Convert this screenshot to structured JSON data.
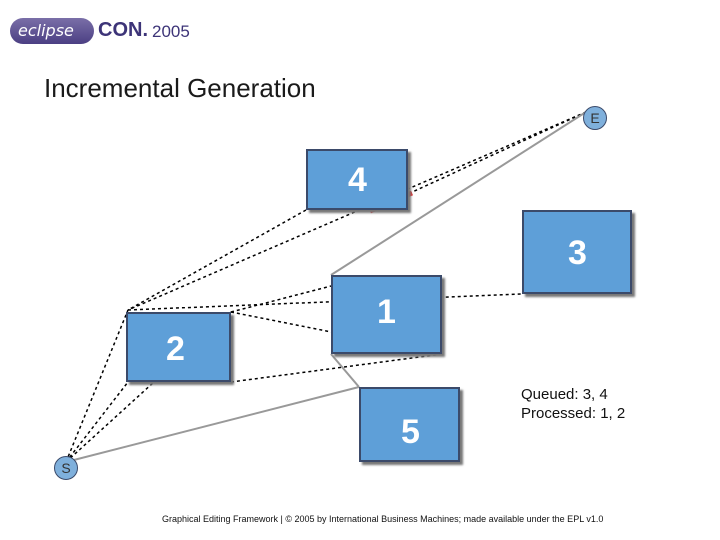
{
  "header": {
    "logo_eclipse": "eclipse",
    "logo_con": "CON.",
    "logo_year": "2005"
  },
  "slide": {
    "title": "Incremental Generation"
  },
  "diagram": {
    "nodes": {
      "start": "S",
      "end": "E"
    },
    "boxes": {
      "b1": "1",
      "b2": "2",
      "b3": "3",
      "b4": "4",
      "b5": "5"
    },
    "status": {
      "queued": "Queued: 3, 4",
      "processed": "Processed: 1, 2"
    },
    "colors": {
      "box_fill": "#5e9fd8",
      "box_border": "#3b4a6a",
      "highlight": "#e03030",
      "route_line": "#999999"
    }
  },
  "footer": {
    "text": "Graphical Editing Framework | © 2005 by International Business Machines; made available under the EPL v1.0"
  }
}
